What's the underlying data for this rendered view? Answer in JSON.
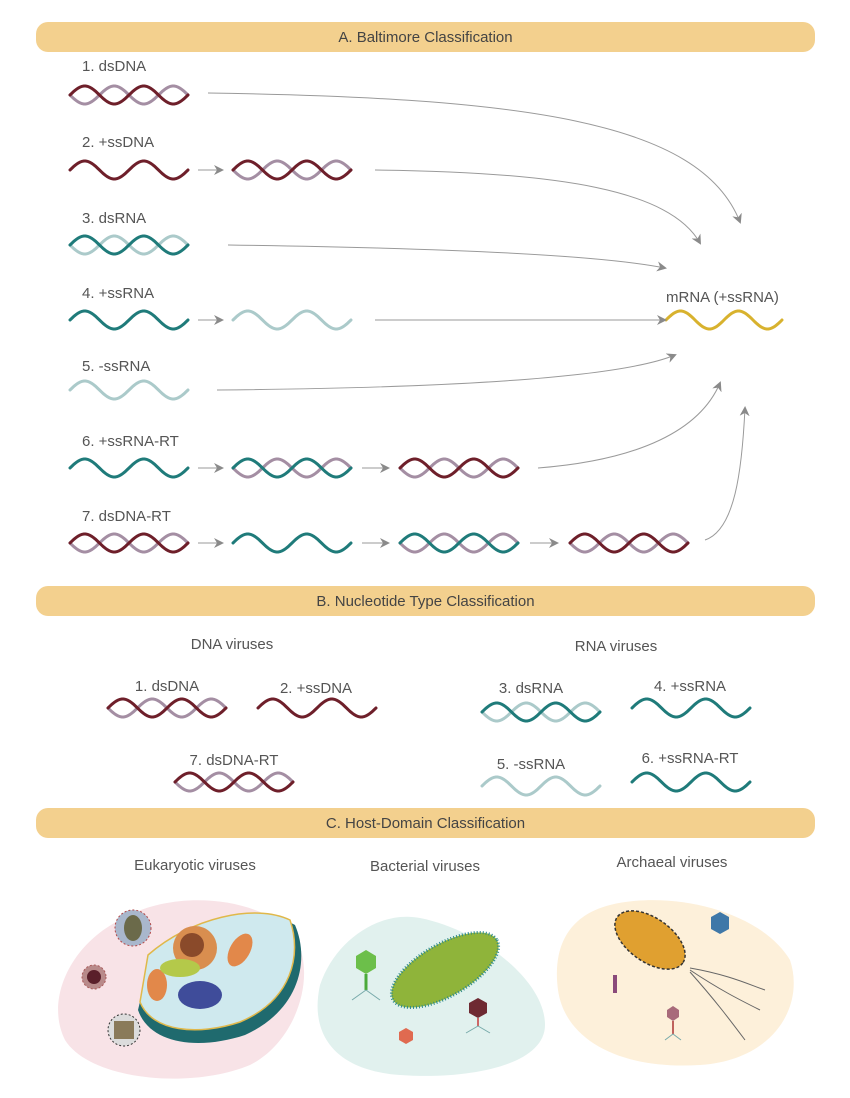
{
  "sections": {
    "a": {
      "title": "A. Baltimore Classification"
    },
    "b": {
      "title": "B. Nucleotide Type Classification"
    },
    "c": {
      "title": "C. Host-Domain Classification"
    }
  },
  "baltimore": {
    "classes": [
      {
        "label": "1. dsDNA"
      },
      {
        "label": "2. +ssDNA"
      },
      {
        "label": "3. dsRNA"
      },
      {
        "label": "4. +ssRNA"
      },
      {
        "label": "5. -ssRNA"
      },
      {
        "label": "6. +ssRNA-RT"
      },
      {
        "label": "7. dsDNA-RT"
      }
    ],
    "target": "mRNA (+ssRNA)"
  },
  "nucleotide": {
    "dna_group": "DNA viruses",
    "rna_group": "RNA viruses",
    "dna_items": [
      "1. dsDNA",
      "2. +ssDNA",
      "7. dsDNA-RT"
    ],
    "rna_items": [
      "3. dsRNA",
      "4. +ssRNA",
      "5. -ssRNA",
      "6. +ssRNA-RT"
    ]
  },
  "host": {
    "groups": [
      "Eukaryotic viruses",
      "Bacterial viruses",
      "Archaeal viruses"
    ]
  },
  "colors": {
    "dna_strand": "#6e1f2a",
    "dna_complement": "#a48ea3",
    "rna_strand": "#1f7b7a",
    "rna_complement": "#abcaca",
    "mrna": "#d8b22e",
    "arrow": "#8a8a8a",
    "header": "#f3d08e"
  }
}
